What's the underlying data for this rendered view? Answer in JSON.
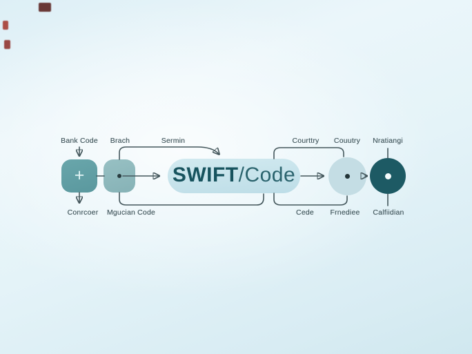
{
  "colors": {
    "node_bank_fill": "#5a989e",
    "node_branch_fill": "#86b2b6",
    "pill_fill": "#bddde7",
    "circle_light_fill": "#c4dde4",
    "circle_dark_fill": "#1d5a64",
    "connector": "#43565b",
    "label_text": "#3f545a",
    "pill_text_bold": "#17535e",
    "pill_text_regular": "#2a636d",
    "plus_glyph_color": "#e3f5f6"
  },
  "diagram": {
    "pill": {
      "bold": "SWIFT",
      "regular": "/Code"
    },
    "bank_node_glyph": "+",
    "labels_top": {
      "bank_code": "Bank Code",
      "branch": "Brach",
      "sermin": "Sermin",
      "country_a": "Courttry",
      "country_b": "Couutry",
      "nratings": "Nratiangi"
    },
    "labels_bottom": {
      "conrcoer": "Conrcoer",
      "mgucian_code": "Mgucian Code",
      "cede": "Cede",
      "frnediee": "Frnediee",
      "calfiidian": "Calfiidian"
    }
  }
}
